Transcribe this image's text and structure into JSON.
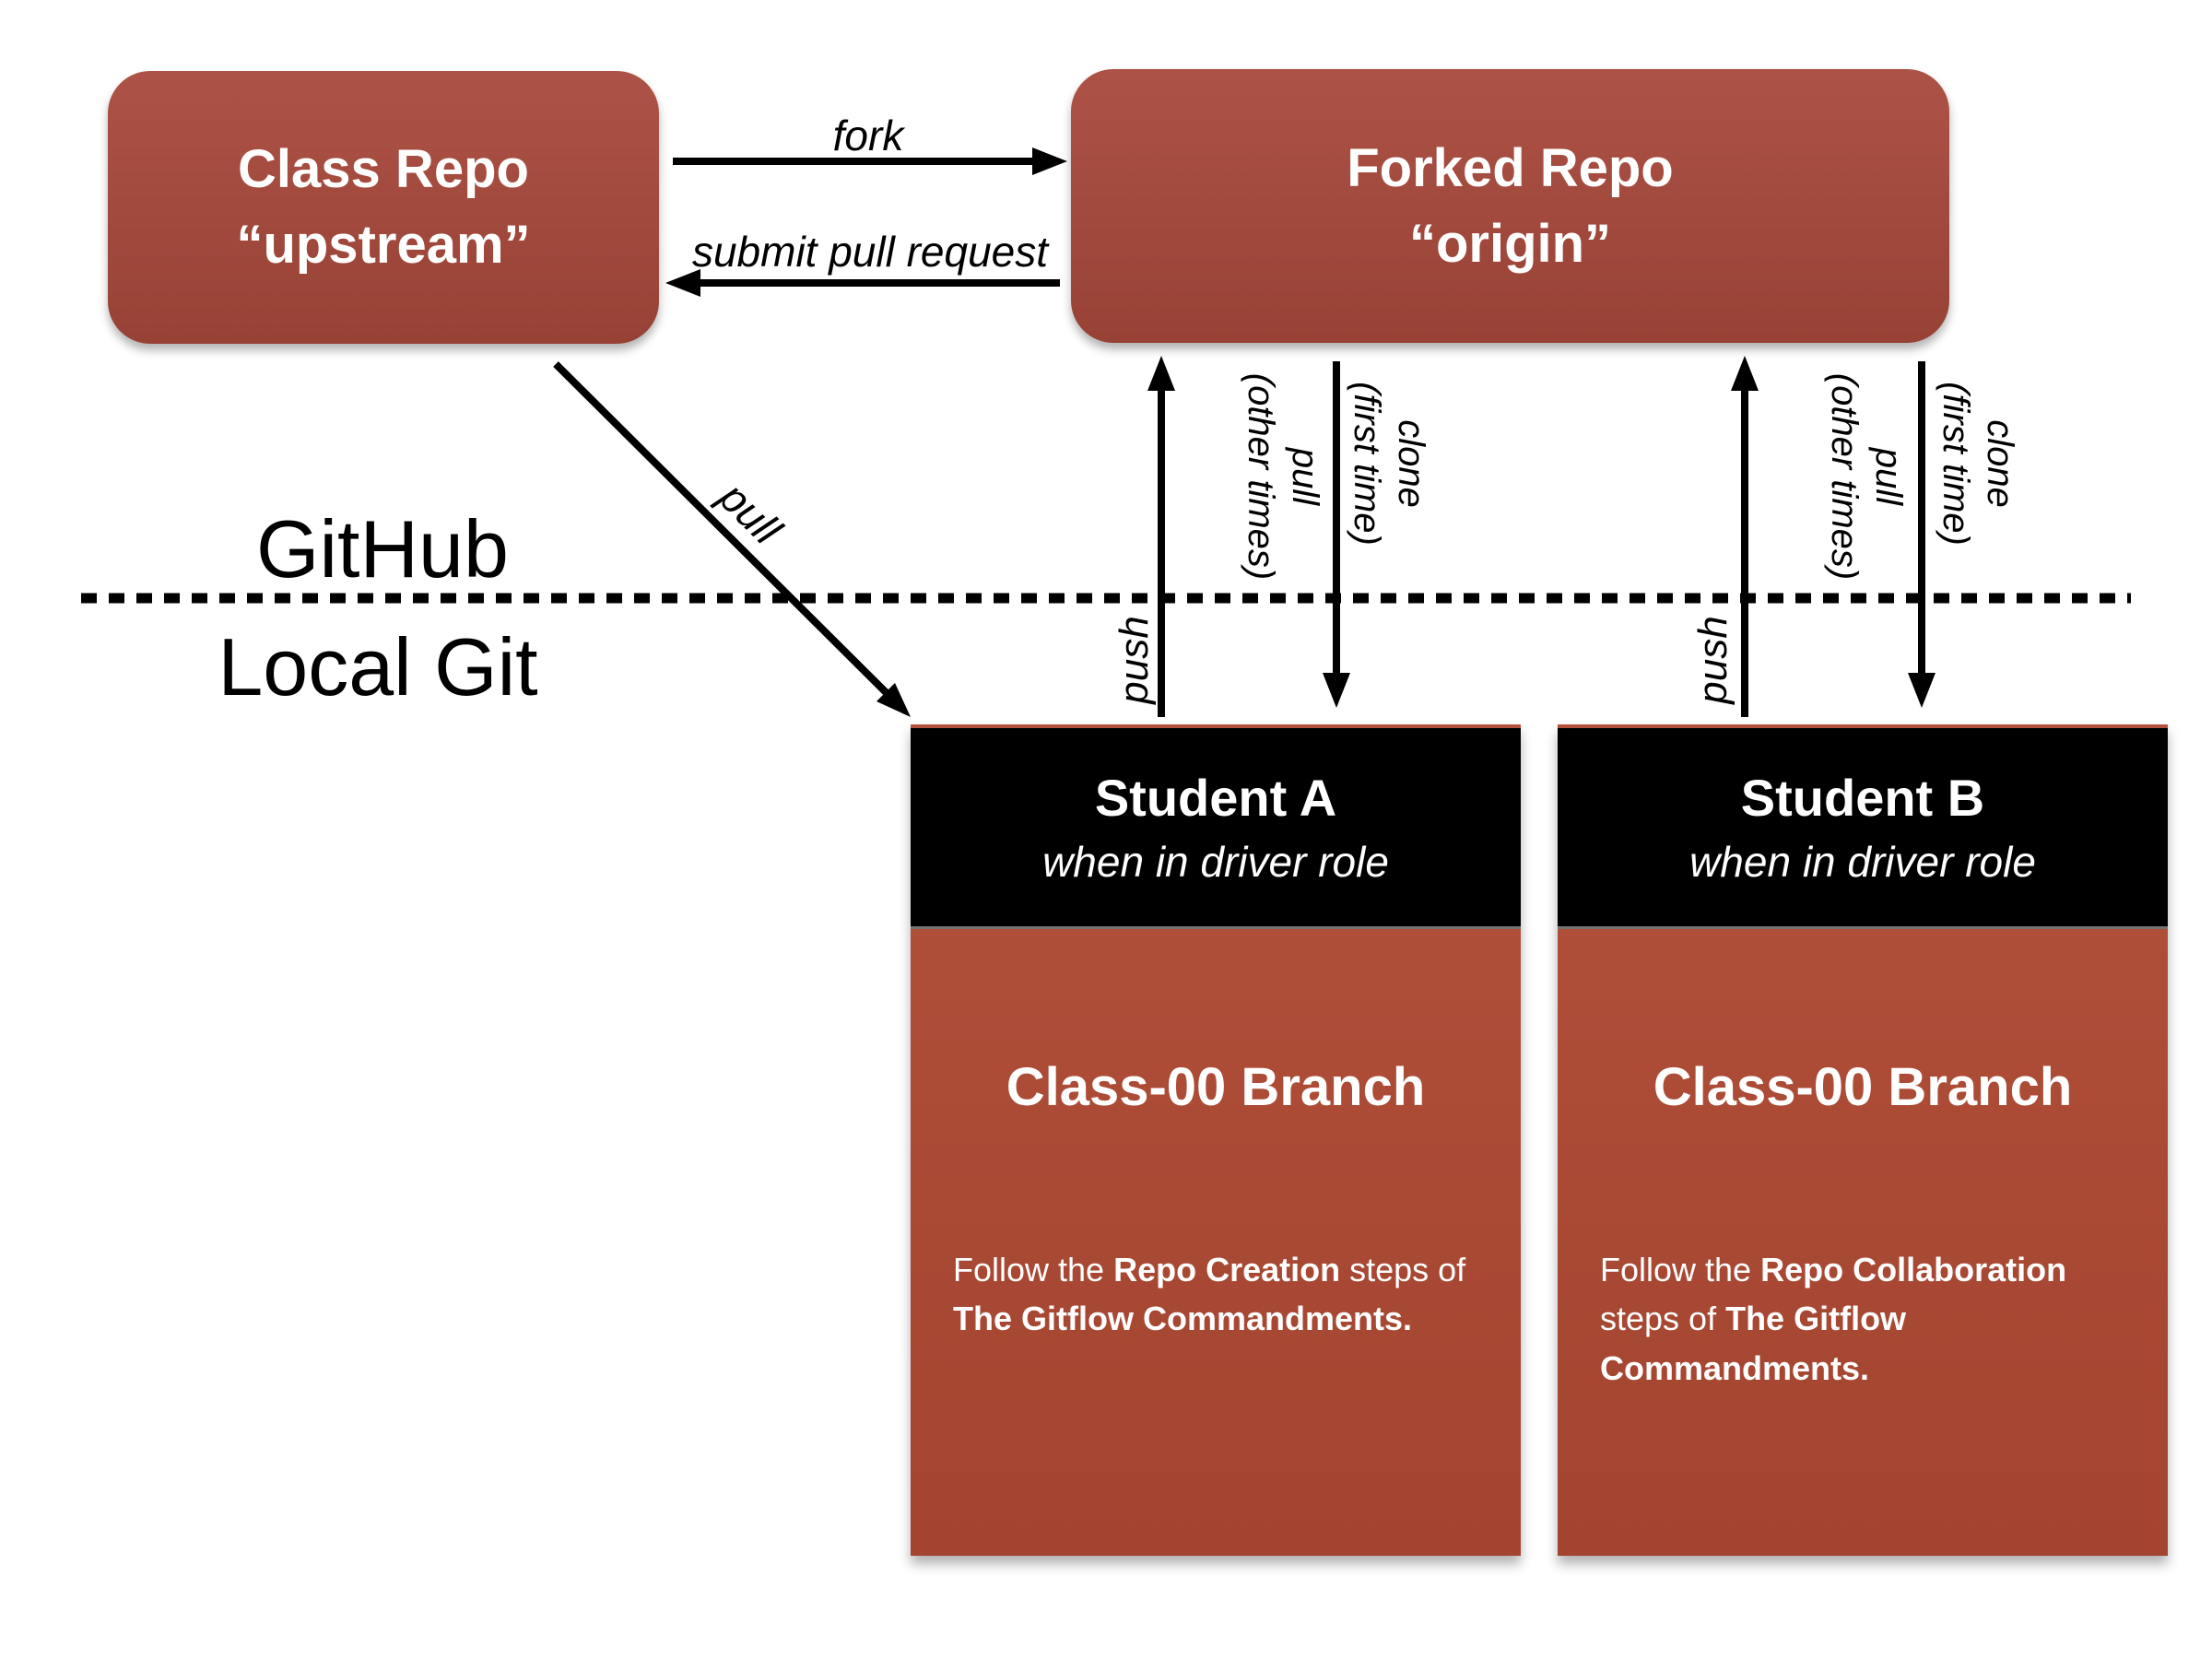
{
  "colors": {
    "repo_box": "#a9493c",
    "card_body": "#b04a34",
    "header": "#000000",
    "text": "#ffffff",
    "arrow": "#000000",
    "background": "#ffffff"
  },
  "zones": {
    "top": "GitHub",
    "bottom": "Local Git"
  },
  "repos": {
    "class": {
      "line1": "Class Repo",
      "line2": "“upstream”"
    },
    "forked": {
      "line1": "Forked Repo",
      "line2": "“origin”"
    }
  },
  "arrow_labels": {
    "fork": "fork",
    "submit": "submit pull request",
    "pull_diagonal": "pull",
    "push": "push",
    "pull": {
      "line1": "pull",
      "line2": "(other times)"
    },
    "clone": {
      "line1": "clone",
      "line2": "(first time)"
    }
  },
  "students": [
    {
      "title": "Student A",
      "subtitle": "when in driver role",
      "branch": "Class-00 Branch",
      "body": [
        "Follow the ",
        "Repo Creation",
        " steps of ",
        "The Gitflow Commandments."
      ]
    },
    {
      "title": "Student B",
      "subtitle": "when in driver role",
      "branch": "Class-00 Branch",
      "body": [
        "Follow the ",
        "Repo Collaboration",
        " steps of ",
        "The Gitflow Commandments."
      ]
    }
  ]
}
